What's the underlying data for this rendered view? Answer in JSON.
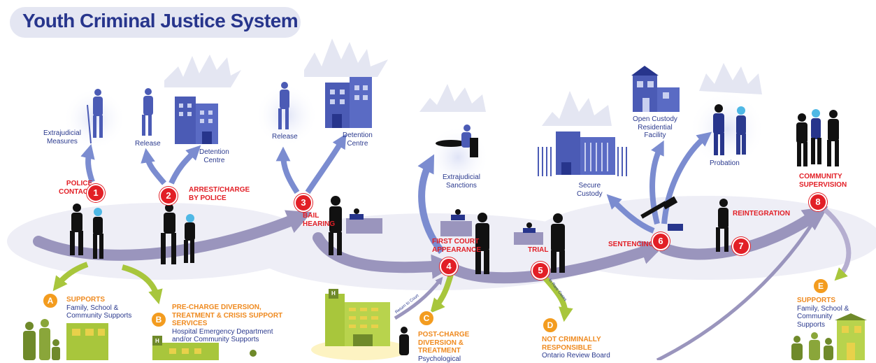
{
  "title": "Youth Criminal Justice System",
  "colors": {
    "title_blue": "#27358c",
    "stage_red": "#e21f26",
    "support_orange": "#f39c1f",
    "path_purple": "#9a95bd",
    "arrow_blue": "#7b8cd0",
    "diversion_green": "#a8c63c",
    "building_blue": "#4b5bb5",
    "building_green": "#a8c63c"
  },
  "stages": [
    {
      "number": "1",
      "lines": [
        "POLICE",
        "CONTACT"
      ]
    },
    {
      "number": "2",
      "lines": [
        "ARREST/CHARGE",
        "BY POLICE"
      ]
    },
    {
      "number": "3",
      "lines": [
        "BAIL",
        "HEARING"
      ]
    },
    {
      "number": "4",
      "lines": [
        "FIRST COURT",
        "APPEARANCE"
      ]
    },
    {
      "number": "5",
      "lines": [
        "TRIAL"
      ]
    },
    {
      "number": "6",
      "lines": [
        "SENTENCING"
      ]
    },
    {
      "number": "7",
      "lines": [
        "REINTEGRATION"
      ]
    },
    {
      "number": "8",
      "lines": [
        "COMMUNITY",
        "SUPERVISION"
      ]
    }
  ],
  "outcomes": {
    "extrajudicial_measures": [
      "Extrajudicial",
      "Measures"
    ],
    "release_2": "Release",
    "detention_2": [
      "Detention",
      "Centre"
    ],
    "release_3": "Release",
    "detention_3": [
      "Detention",
      "Centre"
    ],
    "extrajudicial_sanctions": [
      "Extrajudicial",
      "Sanctions"
    ],
    "secure_custody": [
      "Secure",
      "Custody"
    ],
    "open_custody": [
      "Open Custody",
      "Residential",
      "Facility"
    ],
    "probation": "Probation"
  },
  "supports": [
    {
      "letter": "A",
      "title": [
        "SUPPORTS"
      ],
      "detail": [
        "Family, School &",
        "Community Supports"
      ]
    },
    {
      "letter": "B",
      "title": [
        "PRE-CHARGE DIVERSION,",
        "TREATMENT & CRISIS SUPPORT",
        "SERVICES"
      ],
      "detail": [
        "Hospital Emergency Department",
        "and/or Community Supports"
      ]
    },
    {
      "letter": "C",
      "title": [
        "POST-CHARGE",
        "DIVERSION &",
        "TREATMENT"
      ],
      "detail": [
        "Psychological"
      ]
    },
    {
      "letter": "D",
      "title": [
        "NOT CRIMINALLY",
        "RESPONSIBLE"
      ],
      "detail": [
        "Ontario Review Board"
      ]
    },
    {
      "letter": "E",
      "title": [
        "SUPPORTS"
      ],
      "detail": [
        "Family, School &",
        "Community",
        "Supports"
      ]
    }
  ],
  "arrow_tags": {
    "return_to_court": "Return to Court",
    "in_rare_cases": "In Rare Cases"
  },
  "building_signs": {
    "hospital_b": "H",
    "hospital_c": "H"
  }
}
